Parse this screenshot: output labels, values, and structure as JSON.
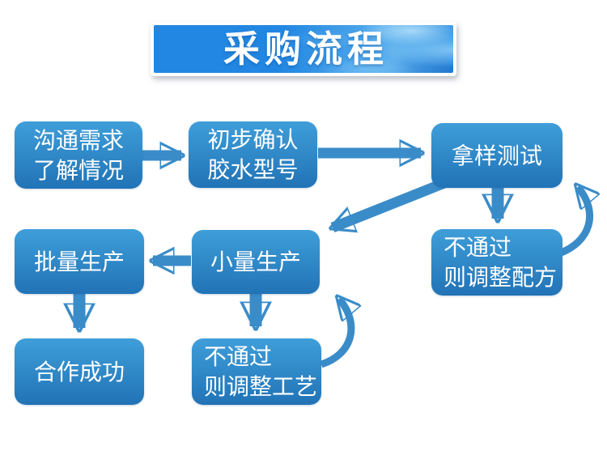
{
  "banner": {
    "title": "采购流程"
  },
  "nodes": {
    "communicate": {
      "line1": "沟通需求",
      "line2": "了解情况"
    },
    "confirm_model": {
      "line1": "初步确认",
      "line2": "胶水型号"
    },
    "sample_test": {
      "line1": "拿样测试"
    },
    "adjust_formula": {
      "line1": "不通过",
      "line2": "则调整配方"
    },
    "mass_production": {
      "line1": "批量生产"
    },
    "small_production": {
      "line1": "小量生产"
    },
    "cooperation_success": {
      "line1": "合作成功"
    },
    "adjust_process": {
      "line1": "不通过",
      "line2": "则调整工艺"
    }
  },
  "colors": {
    "box-top": "#3f9ed9",
    "box-bottom": "#2173b6",
    "arrow": "#3a8cc9",
    "banner-blue": "#2287e2",
    "text": "#ffffff"
  }
}
